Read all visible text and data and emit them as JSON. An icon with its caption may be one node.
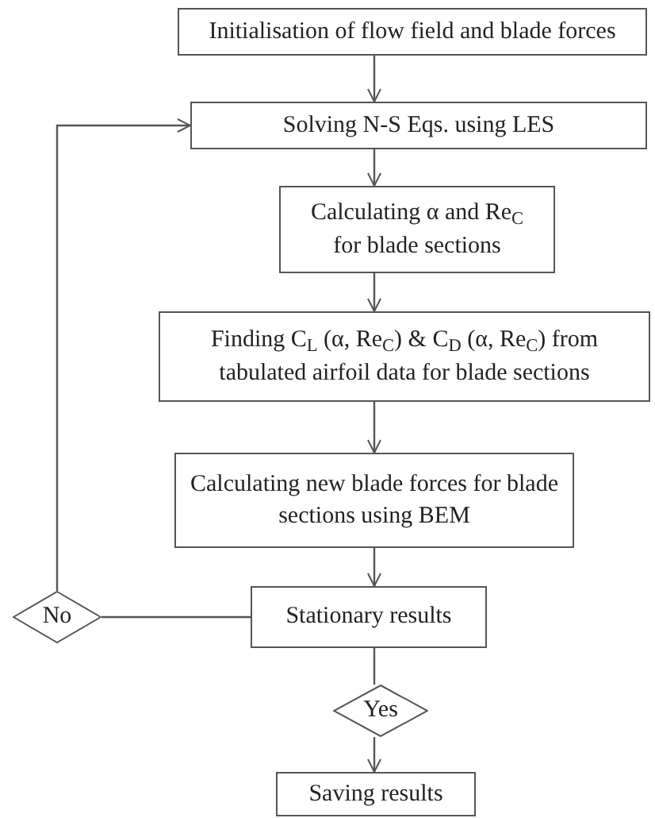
{
  "diagram": {
    "nodes": [
      {
        "text": [
          "Initialisation of flow field and blade forces"
        ]
      },
      {
        "text": [
          "Solving N-S Eqs. using LES"
        ]
      },
      {
        "text": [
          "Calculating α and Re$_{C}$ for blade sections"
        ]
      },
      {
        "text": [
          "Finding C$_{L}$ (α, Re$_{C}$) & C$_{D}$ (α, Re$_{C}$) from tabulated airfoil data for blade sections"
        ]
      },
      {
        "text": [
          "Calculating new blade forces for blade sections using BEM"
        ]
      },
      {
        "text": [
          "Stationary results"
        ]
      },
      {
        "text": [
          "No"
        ]
      },
      {
        "text": [
          "Yes"
        ]
      },
      {
        "text": [
          "Saving results"
        ]
      }
    ],
    "edges": [
      {
        "from": 0,
        "to": 1,
        "arrow": "to"
      },
      {
        "from": 1,
        "to": 2,
        "arrow": "to"
      },
      {
        "from": 2,
        "to": 3,
        "arrow": "to"
      },
      {
        "from": 3,
        "to": 4,
        "arrow": "to"
      },
      {
        "from": 4,
        "to": 5,
        "arrow": "to"
      },
      {
        "from": 5,
        "to": 6,
        "arrow": "none"
      },
      {
        "from": 6,
        "to": 1,
        "arrow": "to"
      },
      {
        "from": 5,
        "to": 7,
        "arrow": "none"
      },
      {
        "from": 7,
        "to": 8,
        "arrow": "to"
      }
    ]
  }
}
